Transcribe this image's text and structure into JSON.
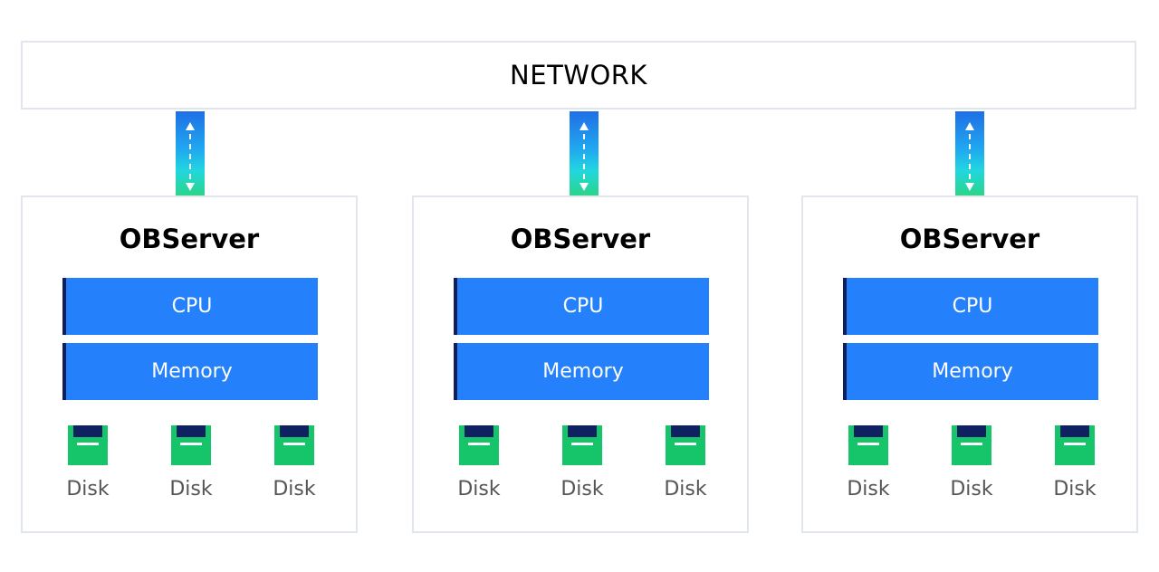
{
  "network": {
    "label": "NETWORK"
  },
  "servers": [
    {
      "title": "OBServer",
      "cpu": "CPU",
      "memory": "Memory",
      "disks": [
        "Disk",
        "Disk",
        "Disk"
      ]
    },
    {
      "title": "OBServer",
      "cpu": "CPU",
      "memory": "Memory",
      "disks": [
        "Disk",
        "Disk",
        "Disk"
      ]
    },
    {
      "title": "OBServer",
      "cpu": "CPU",
      "memory": "Memory",
      "disks": [
        "Disk",
        "Disk",
        "Disk"
      ]
    }
  ],
  "colors": {
    "resource_bar": "#2580fb",
    "resource_bar_accent": "#0e1f59",
    "disk": "#16c46a",
    "disk_cap": "#0f2161",
    "border": "#e0e5ee"
  },
  "icons": {
    "connector": "bidirectional-arrow-icon",
    "disk": "disk-icon"
  }
}
